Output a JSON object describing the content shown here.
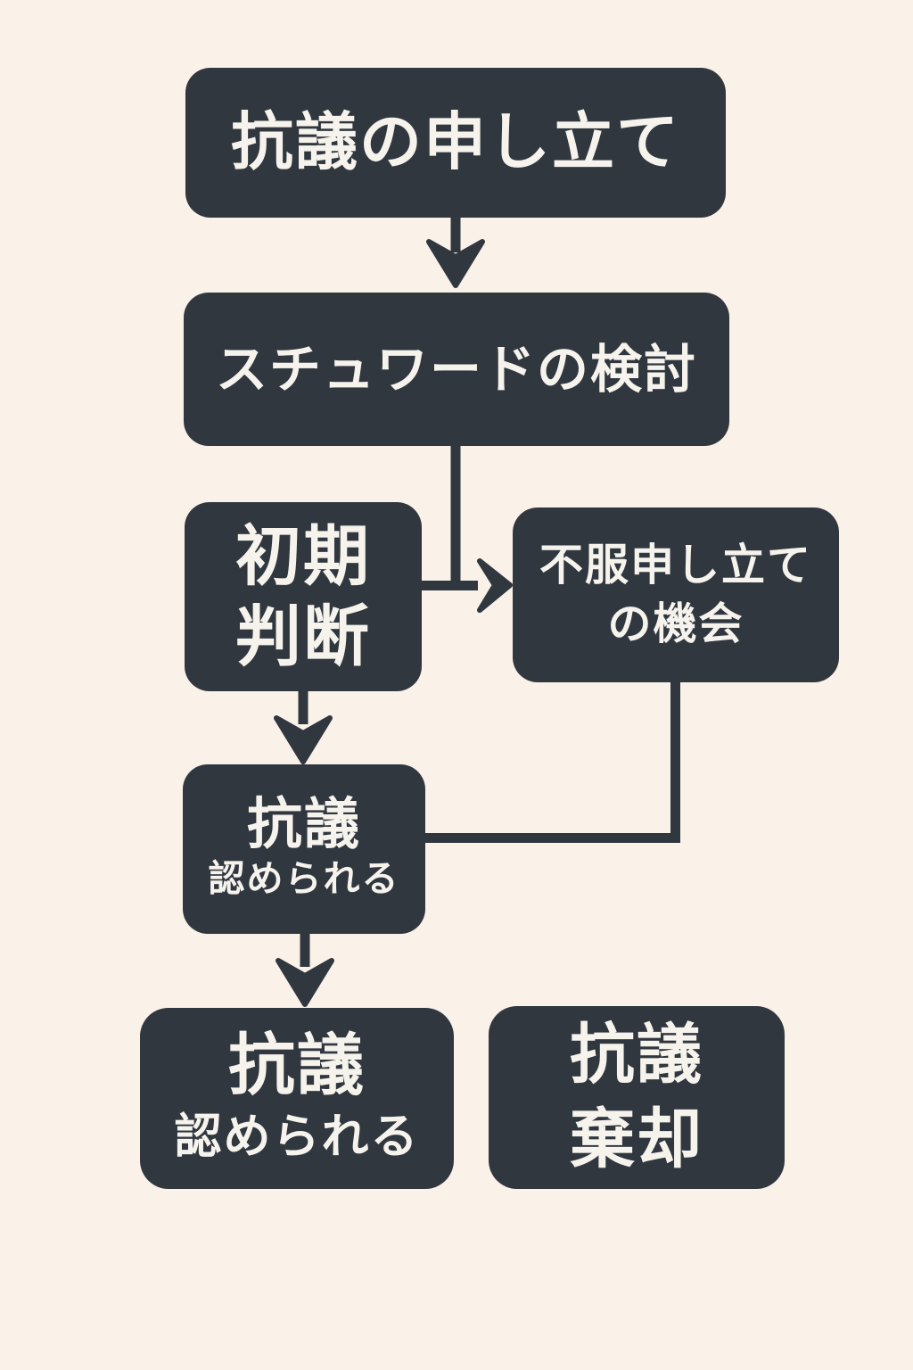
{
  "diagram": {
    "type": "flowchart",
    "language": "ja",
    "background_color": "#FAF1E9",
    "node_color": "#30373F",
    "text_color": "#F6F3ED",
    "connector_color": "#30373F",
    "nodes": [
      {
        "id": "protest-filed",
        "lines": [
          "抗議の申し立て"
        ]
      },
      {
        "id": "steward-review",
        "lines": [
          "スチュワードの検討"
        ]
      },
      {
        "id": "initial-decision",
        "lines": [
          "初期",
          "判断"
        ]
      },
      {
        "id": "appeal-opportunity",
        "lines": [
          "不服申し立て",
          "の機会"
        ]
      },
      {
        "id": "protest-upheld",
        "lines": [
          "抗議",
          "認められる"
        ]
      },
      {
        "id": "protest-upheld-final",
        "lines": [
          "抗議",
          "認められる"
        ]
      },
      {
        "id": "protest-dismissed",
        "lines": [
          "抗議",
          "棄却"
        ]
      }
    ],
    "edges": [
      {
        "from": "protest-filed",
        "to": "steward-review",
        "kind": "arrow"
      },
      {
        "from": "steward-review",
        "to": "appeal-opportunity",
        "kind": "arrow"
      },
      {
        "from": "initial-decision",
        "to": "appeal-opportunity",
        "kind": "arrow"
      },
      {
        "from": "initial-decision",
        "to": "protest-upheld",
        "kind": "arrow"
      },
      {
        "from": "appeal-opportunity",
        "to": "protest-upheld",
        "kind": "elbow-line"
      },
      {
        "from": "protest-upheld",
        "to": "protest-upheld-final",
        "kind": "arrow"
      }
    ]
  }
}
